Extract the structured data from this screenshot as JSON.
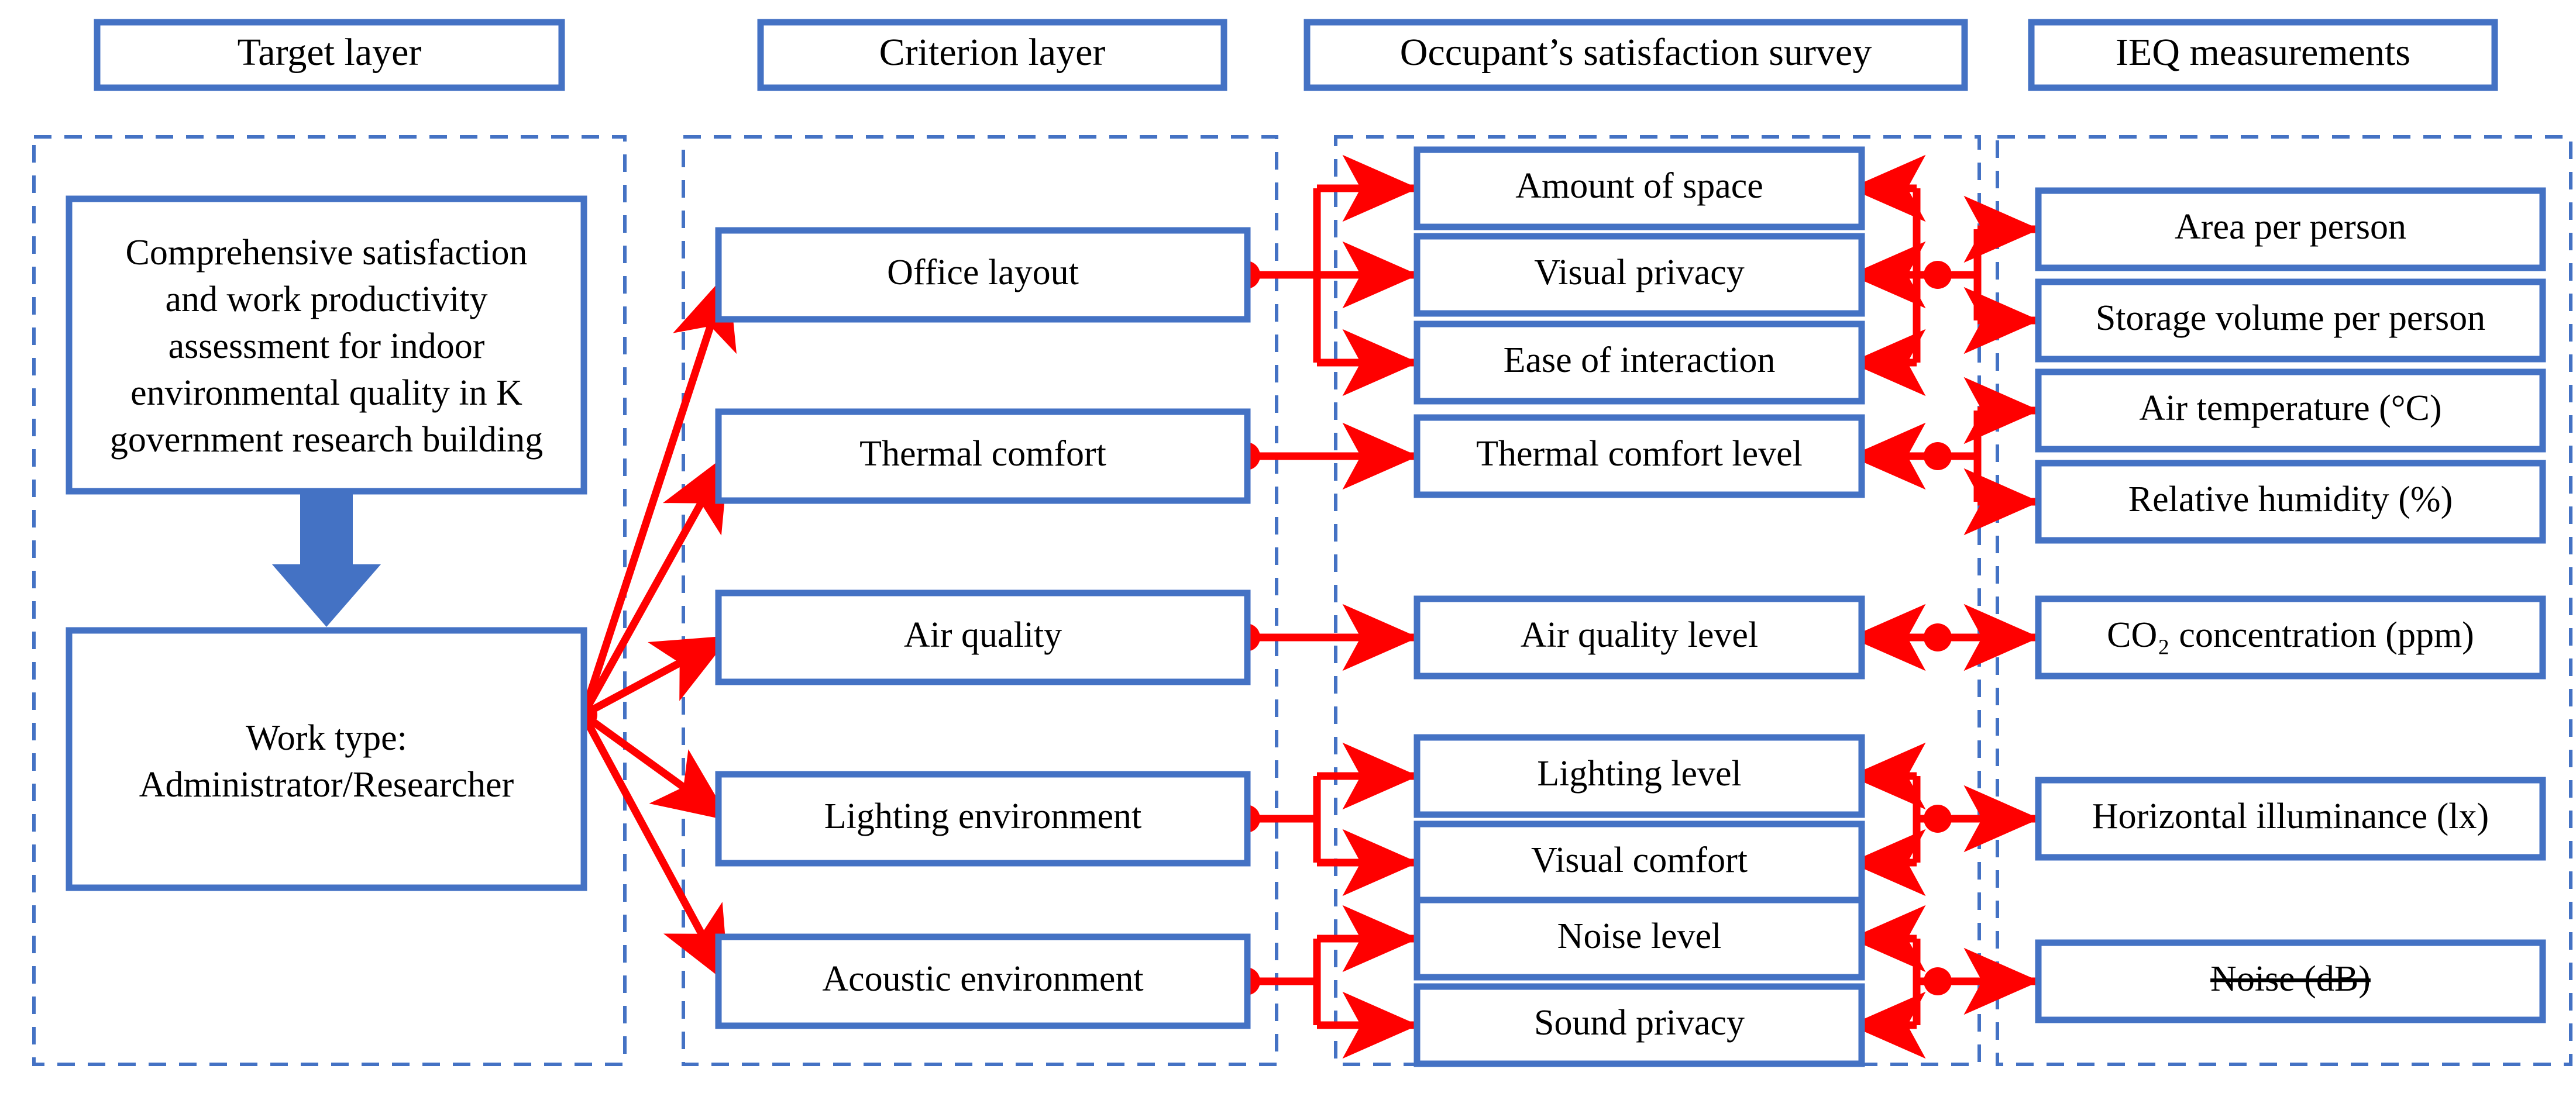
{
  "diagram": {
    "title_columns": [
      {
        "id": "target-layer",
        "label": "Target layer"
      },
      {
        "id": "criterion-layer",
        "label": "Criterion layer"
      },
      {
        "id": "occupants-satisfaction-survey",
        "label": "Occupant’s satisfaction survey"
      },
      {
        "id": "ieq-measurements",
        "label": "IEQ measurements"
      }
    ],
    "colors": {
      "box_border": "#4472C4",
      "dashed_container": "#4472C4",
      "connector": "#FF0000",
      "block_arrow": "#4472C4",
      "text": "#000000",
      "background": "#FFFFFF"
    },
    "target_column": {
      "goal_box": "Comprehensive satisfaction and work productivity assessment for indoor environmental quality in K government research building",
      "goal_box_lines": [
        "Comprehensive satisfaction",
        "and work productivity",
        "assessment for indoor",
        "environmental quality in K",
        "government research building"
      ],
      "down_arrow": "down-block-arrow",
      "work_type_box_lines": [
        "Work type:",
        "Administrator/Researcher"
      ]
    },
    "criterion_column": {
      "items": [
        {
          "id": "office-layout",
          "label": "Office layout"
        },
        {
          "id": "thermal-comfort",
          "label": "Thermal comfort"
        },
        {
          "id": "air-quality",
          "label": "Air quality"
        },
        {
          "id": "lighting-environment",
          "label": "Lighting environment"
        },
        {
          "id": "acoustic-environment",
          "label": "Acoustic environment"
        }
      ]
    },
    "survey_column": {
      "items": [
        {
          "id": "amount-of-space",
          "label": "Amount of space"
        },
        {
          "id": "visual-privacy",
          "label": "Visual privacy"
        },
        {
          "id": "ease-of-interaction",
          "label": "Ease of interaction"
        },
        {
          "id": "thermal-comfort-level",
          "label": "Thermal comfort level"
        },
        {
          "id": "air-quality-level",
          "label": "Air quality level"
        },
        {
          "id": "lighting-level",
          "label": "Lighting level"
        },
        {
          "id": "visual-comfort",
          "label": "Visual comfort"
        },
        {
          "id": "noise-level",
          "label": "Noise level"
        },
        {
          "id": "sound-privacy",
          "label": "Sound privacy"
        }
      ]
    },
    "ieq_column": {
      "items": [
        {
          "id": "area-per-person",
          "label": "Area per person",
          "struck": false
        },
        {
          "id": "storage-volume-per-person",
          "label": "Storage volume per person",
          "struck": false
        },
        {
          "id": "air-temperature",
          "label": "Air temperature (°C)",
          "struck": false
        },
        {
          "id": "relative-humidity",
          "label": "Relative humidity (%)",
          "struck": false
        },
        {
          "id": "co2-concentration",
          "label": "CO₂ concentration (ppm)",
          "struck": false
        },
        {
          "id": "horizontal-illuminance",
          "label": "Horizontal illuminance (lx)",
          "struck": false
        },
        {
          "id": "noise-db",
          "label": "Noise (dB)",
          "struck": true
        }
      ]
    }
  }
}
